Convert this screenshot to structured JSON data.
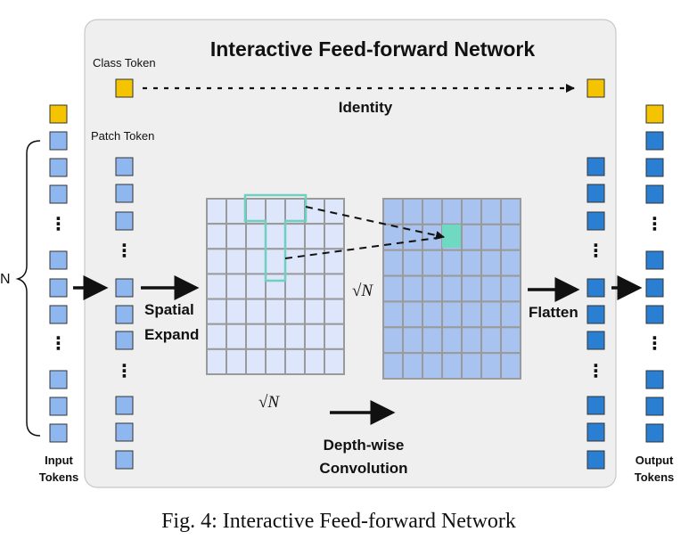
{
  "diagram": {
    "title": "Interactive Feed-forward Network",
    "class_token_label": "Class Token",
    "identity_label": "Identity",
    "patch_token_label": "Patch Token",
    "n_label": "N",
    "sqrt_label": "√N",
    "spatial_line1": "Spatial",
    "spatial_line2": "Expand",
    "flatten_label": "Flatten",
    "dw_line1": "Depth-wise",
    "dw_line2": "Convolution",
    "input_line1": "Input",
    "input_line2": "Tokens",
    "output_line1": "Output",
    "output_line2": "Tokens",
    "ellipsis": "⋮",
    "caption": "Fig. 4: Interactive Feed-forward Network"
  },
  "colors": {
    "panel_bg": "#efefef",
    "panel_border": "#c8c8c8",
    "class_token": "#f5c400",
    "patch_token_light": "#8fb7ef",
    "patch_token_dark": "#2a7fd2",
    "grid_light": "#dde6fb",
    "grid_dark": "#a8c3ef",
    "grid_line": "#9a9a9a",
    "kernel_highlight": "#6fd9c2",
    "kernel_outline": "#6fd0c0",
    "arrow": "#111111"
  }
}
